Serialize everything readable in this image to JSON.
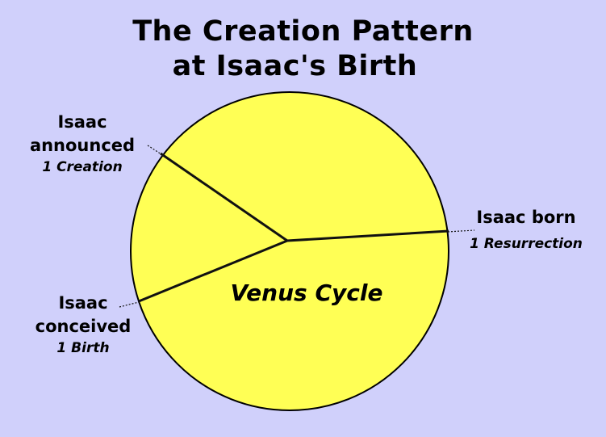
{
  "title": {
    "line1": "The Creation Pattern",
    "line2": "at Isaac's Birth"
  },
  "center_label": "Venus Cycle",
  "colors": {
    "background": "#d0d0fb",
    "pie_fill": "#ffff55",
    "outline": "#000000"
  },
  "events": [
    {
      "name_line1": "Isaac",
      "name_line2": "announced",
      "event": "1 Creation"
    },
    {
      "name_line1": "Isaac",
      "name_line2": "conceived",
      "event": "1 Birth"
    },
    {
      "name_line1": "Isaac born",
      "name_line2": "",
      "event": "1 Resurrection"
    }
  ]
}
